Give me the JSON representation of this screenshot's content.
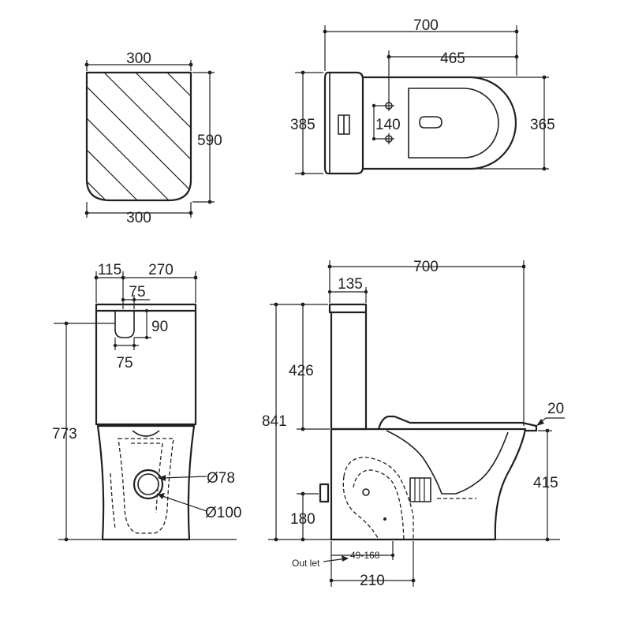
{
  "tank_top_view": {
    "width_top": "300",
    "width_bottom": "300",
    "depth": "590"
  },
  "plan_view": {
    "overall_length": "700",
    "bowl_length": "465",
    "tank_width": "385",
    "bowl_width": "365",
    "fixing_spacing": "140"
  },
  "front_view": {
    "inlet_offset": "115",
    "tank_half_width": "270",
    "inlet_width_top": "75",
    "inlet_width_bottom": "75",
    "inlet_height": "90",
    "total_height": "773",
    "inner_outlet_diameter": "Ø78",
    "outer_outlet_diameter": "Ø100"
  },
  "side_view": {
    "overall_length": "700",
    "tank_depth": "135",
    "tank_height": "426",
    "total_height": "841",
    "seat_thickness": "20",
    "seat_height": "415",
    "inlet_height": "180",
    "outlet_label": "Out let",
    "outlet_range": "49-168",
    "outlet_distance": "210"
  }
}
